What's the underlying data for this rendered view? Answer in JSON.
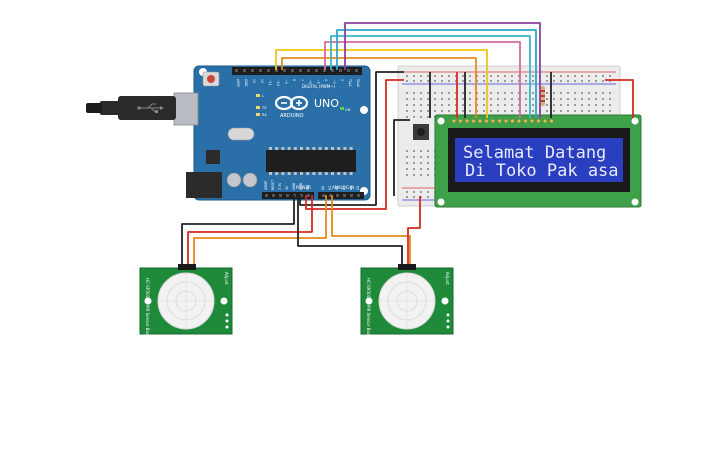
{
  "lcd": {
    "line1": "Selamat Datang",
    "line2": "Di Toko Pak asa"
  },
  "arduino": {
    "model": "UNO",
    "brand": "ARDUINO",
    "digital_header": "DIGITAL (PWM~)",
    "power_header": "POWER",
    "analog_header": "ANALOG IN",
    "on_label": "ON",
    "tx_label": "TX",
    "rx_label": "RX",
    "l_label": "L",
    "digital_pins": [
      "AREF",
      "GND",
      "13",
      "12",
      "~11",
      "~10",
      "~9",
      "8",
      "7",
      "~6",
      "~5",
      "4",
      "~3",
      "2",
      "TX▸1",
      "RX◂0"
    ],
    "power_pins": [
      "IOREF",
      "RESET",
      "3.3V",
      "5V",
      "GND",
      "GND",
      "Vin"
    ],
    "analog_pins": [
      "A0",
      "A1",
      "A2",
      "A3",
      "A4",
      "A5"
    ]
  },
  "pir_sensors": [
    {
      "model": "HC-SR501",
      "side_label": "PIR Sensor Board",
      "adj_label": "Adjust"
    },
    {
      "model": "HC-SR501",
      "side_label": "PIR Sensor Board",
      "adj_label": "Adjust"
    }
  ],
  "wire_colors": {
    "red": "#d62a22",
    "black": "#222222",
    "orange": "#e58a1c",
    "yellow": "#f0c419",
    "purple": "#8e3fa0",
    "blue": "#2aa7c9",
    "cyan": "#3ab6c7",
    "pink": "#d46aa0"
  },
  "colors": {
    "arduino_board": "#2a6fa8",
    "lcd_pcb": "#3fa04a",
    "lcd_screen": "#2a3fbf",
    "pir_pcb": "#1f8a3a",
    "breadboard": "#e8e8e8"
  }
}
